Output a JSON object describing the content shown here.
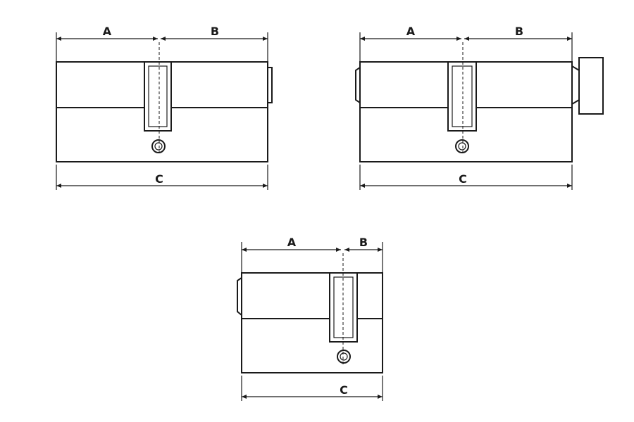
{
  "diagrams": [
    {
      "labels": {
        "a": "A",
        "b": "B",
        "c": "C"
      }
    },
    {
      "labels": {
        "a": "A",
        "b": "B",
        "c": "C"
      }
    },
    {
      "labels": {
        "a": "A",
        "b": "B",
        "c": "C"
      }
    }
  ]
}
